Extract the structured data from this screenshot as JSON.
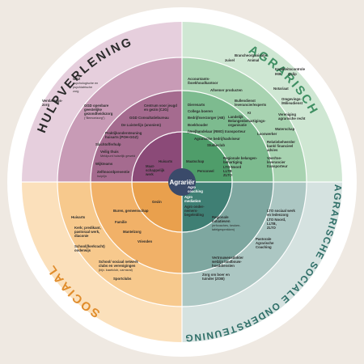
{
  "quadrants": {
    "hulpverlening": "HULPVERLENING",
    "agrarisch": "AGRARISCH",
    "sociaal": "SOCIAAL",
    "agrarische_sociale_ondersteuning": "AGRARISCHE SOCIALE ONDERSTEUNING"
  },
  "center": "Agrariër",
  "colors": {
    "hulpverlening": "#8b4a78",
    "agrarisch": "#4f9d6a",
    "sociaal": "#e9a04d",
    "ondersteuning": "#3f7f74",
    "title_dark": "#2a2a2a",
    "title_green": "#3f8f63",
    "title_orange": "#e08c2b",
    "title_teal": "#2f6f68"
  },
  "hulp": {
    "ggz": "GGZ",
    "ggz_sub1": "psychologische en",
    "ggz_sub2": "psychiatrische",
    "ggz_sub3": "zorg",
    "verslaving": "Verslavings-",
    "verslaving2": "zorg",
    "ggd_open": "GGD openbare",
    "ggd_open2": "geestelijke",
    "ggd_open3": "gezondheidszorg",
    "ggd_open4": "(\"Bemoeizorg\")",
    "centrum": "Centrum voor jeugd",
    "centrum2": "en gezin (CJG)",
    "ggd_consult": "GGD Consultatiebureau",
    "luisterlijn": "De Luisterlijn (anoniem)",
    "praktijk": "Praktijkondersteuning",
    "praktijk2": "huisarts (POH-GGZ)",
    "elachtoffer": "Slachtofferhulp",
    "veilig": "Veilig thuis",
    "veilig_sub": "Meldpunt huiselijk geweld",
    "wijkteams": "Wijkteams",
    "zelfmoord": "Zelfmoordpreventie",
    "zelfmoord_sub": "hulplijn",
    "huisarts": "Huisarts",
    "maatschap": "Maat-",
    "maatschap2": "schappelijk",
    "maatschap3": "werk"
  },
  "agrar": {
    "branche": "Brancheorganisatie",
    "zuivel": "zuivel",
    "anima": "Animal",
    "kwaliteit": "Kwaliteitscontrole",
    "ikb": "IKB",
    "qslip": "Qslip",
    "accountants": "Accountants-",
    "accountants2": "/boekhoudkantoor",
    "afnemer": "Afnemer producten",
    "notariaat": "Notariaat",
    "omgeving": "Omgevings-",
    "omgeving2": "/Milieudienst",
    "bullend": "Bullendienst",
    "bullend2": "leverancier/experts",
    "dierenarts": "Dierenarts",
    "collega": "Collega boeren",
    "ki": "KI",
    "vereniging": "Vereniging",
    "vereniging2": "agrarische recht",
    "bedrijf_verz": "Bedrijfsverzorger (AB)",
    "landelijk": "Landelijk",
    "landelijk2": "Belangenbehartigings-",
    "landelijk3": "organisatie",
    "boekhouder": "Boekhouder",
    "waterschap": "Waterschap",
    "veehandel": "(Vee)handelaar (RMO) transporteur",
    "loonwerker": "Loonwerker",
    "agrarische_bedrijf": "Agrarische bedrijfsadviseur",
    "studieclub": "Studieclub",
    "relatie": "Relatiebeheerder",
    "relatie2": "bank/ financieel",
    "relatie3": "advies",
    "vakorg": "Vakorganisatie",
    "regionale": "Regionale belangen-",
    "regionale2": "behartiging",
    "lto": "LTO-Noord",
    "lltb": "LLTB",
    "zlto": "ZLTO",
    "voer": "Voer/toe-",
    "voer2": "leverancier",
    "voer3": "transporteur",
    "maatschap": "Maatschap",
    "personeel": "Personeel"
  },
  "sociaal": {
    "gezin": "Gezin",
    "buren": "Buren, gemeenschap",
    "familie": "Familie",
    "huisarts": "Huisarts",
    "kerk": "Kerk; predikant,",
    "kerk2": "pastoraal werk,",
    "kerk3": "diaconie",
    "mantelzorg": "Mantelzorg",
    "vrienden": "Vrienden",
    "school": "School(/kerkracht)",
    "school2": "onderwijs",
    "netwerk": "School/ sociaal netwerk",
    "netwerk2": "clubs en verenigingen",
    "netwerk3": "(bijv. kaartclub, carnaval)",
    "sport": "Sportclubs"
  },
  "onder": {
    "agro_coaching": "Agro",
    "agro_coaching2": "coaching",
    "agro_mediation": "Agro",
    "agro_mediation2": "mediation",
    "agro_onder": "Agro onder-",
    "agro_onder2": "nemers-",
    "agro_onder3": "begeleiding",
    "regionale": "Regionale",
    "regionale2": "initiatieven",
    "regionale3": "(erfcoaches, keuken-",
    "regionale4": "tafelgesprekken)",
    "lto_sociaal": "LTO sociaal werk",
    "lto_sociaal2": "en ledenzorg",
    "lto": "LTO Noord,",
    "lltb": "LLTB,",
    "zlto": "ZLTO",
    "pastorale": "Pastorale",
    "pastorale2": "Agrarische",
    "pastorale3": "Coaching",
    "vertrouwen": "Vertrouwensdokter",
    "vertrouwen2": "welzijn landbouw-",
    "vertrouwen3": "hoeddiensten",
    "zorg": "Zorg om boer en",
    "zorg2": "tuinder (ZOB)"
  }
}
